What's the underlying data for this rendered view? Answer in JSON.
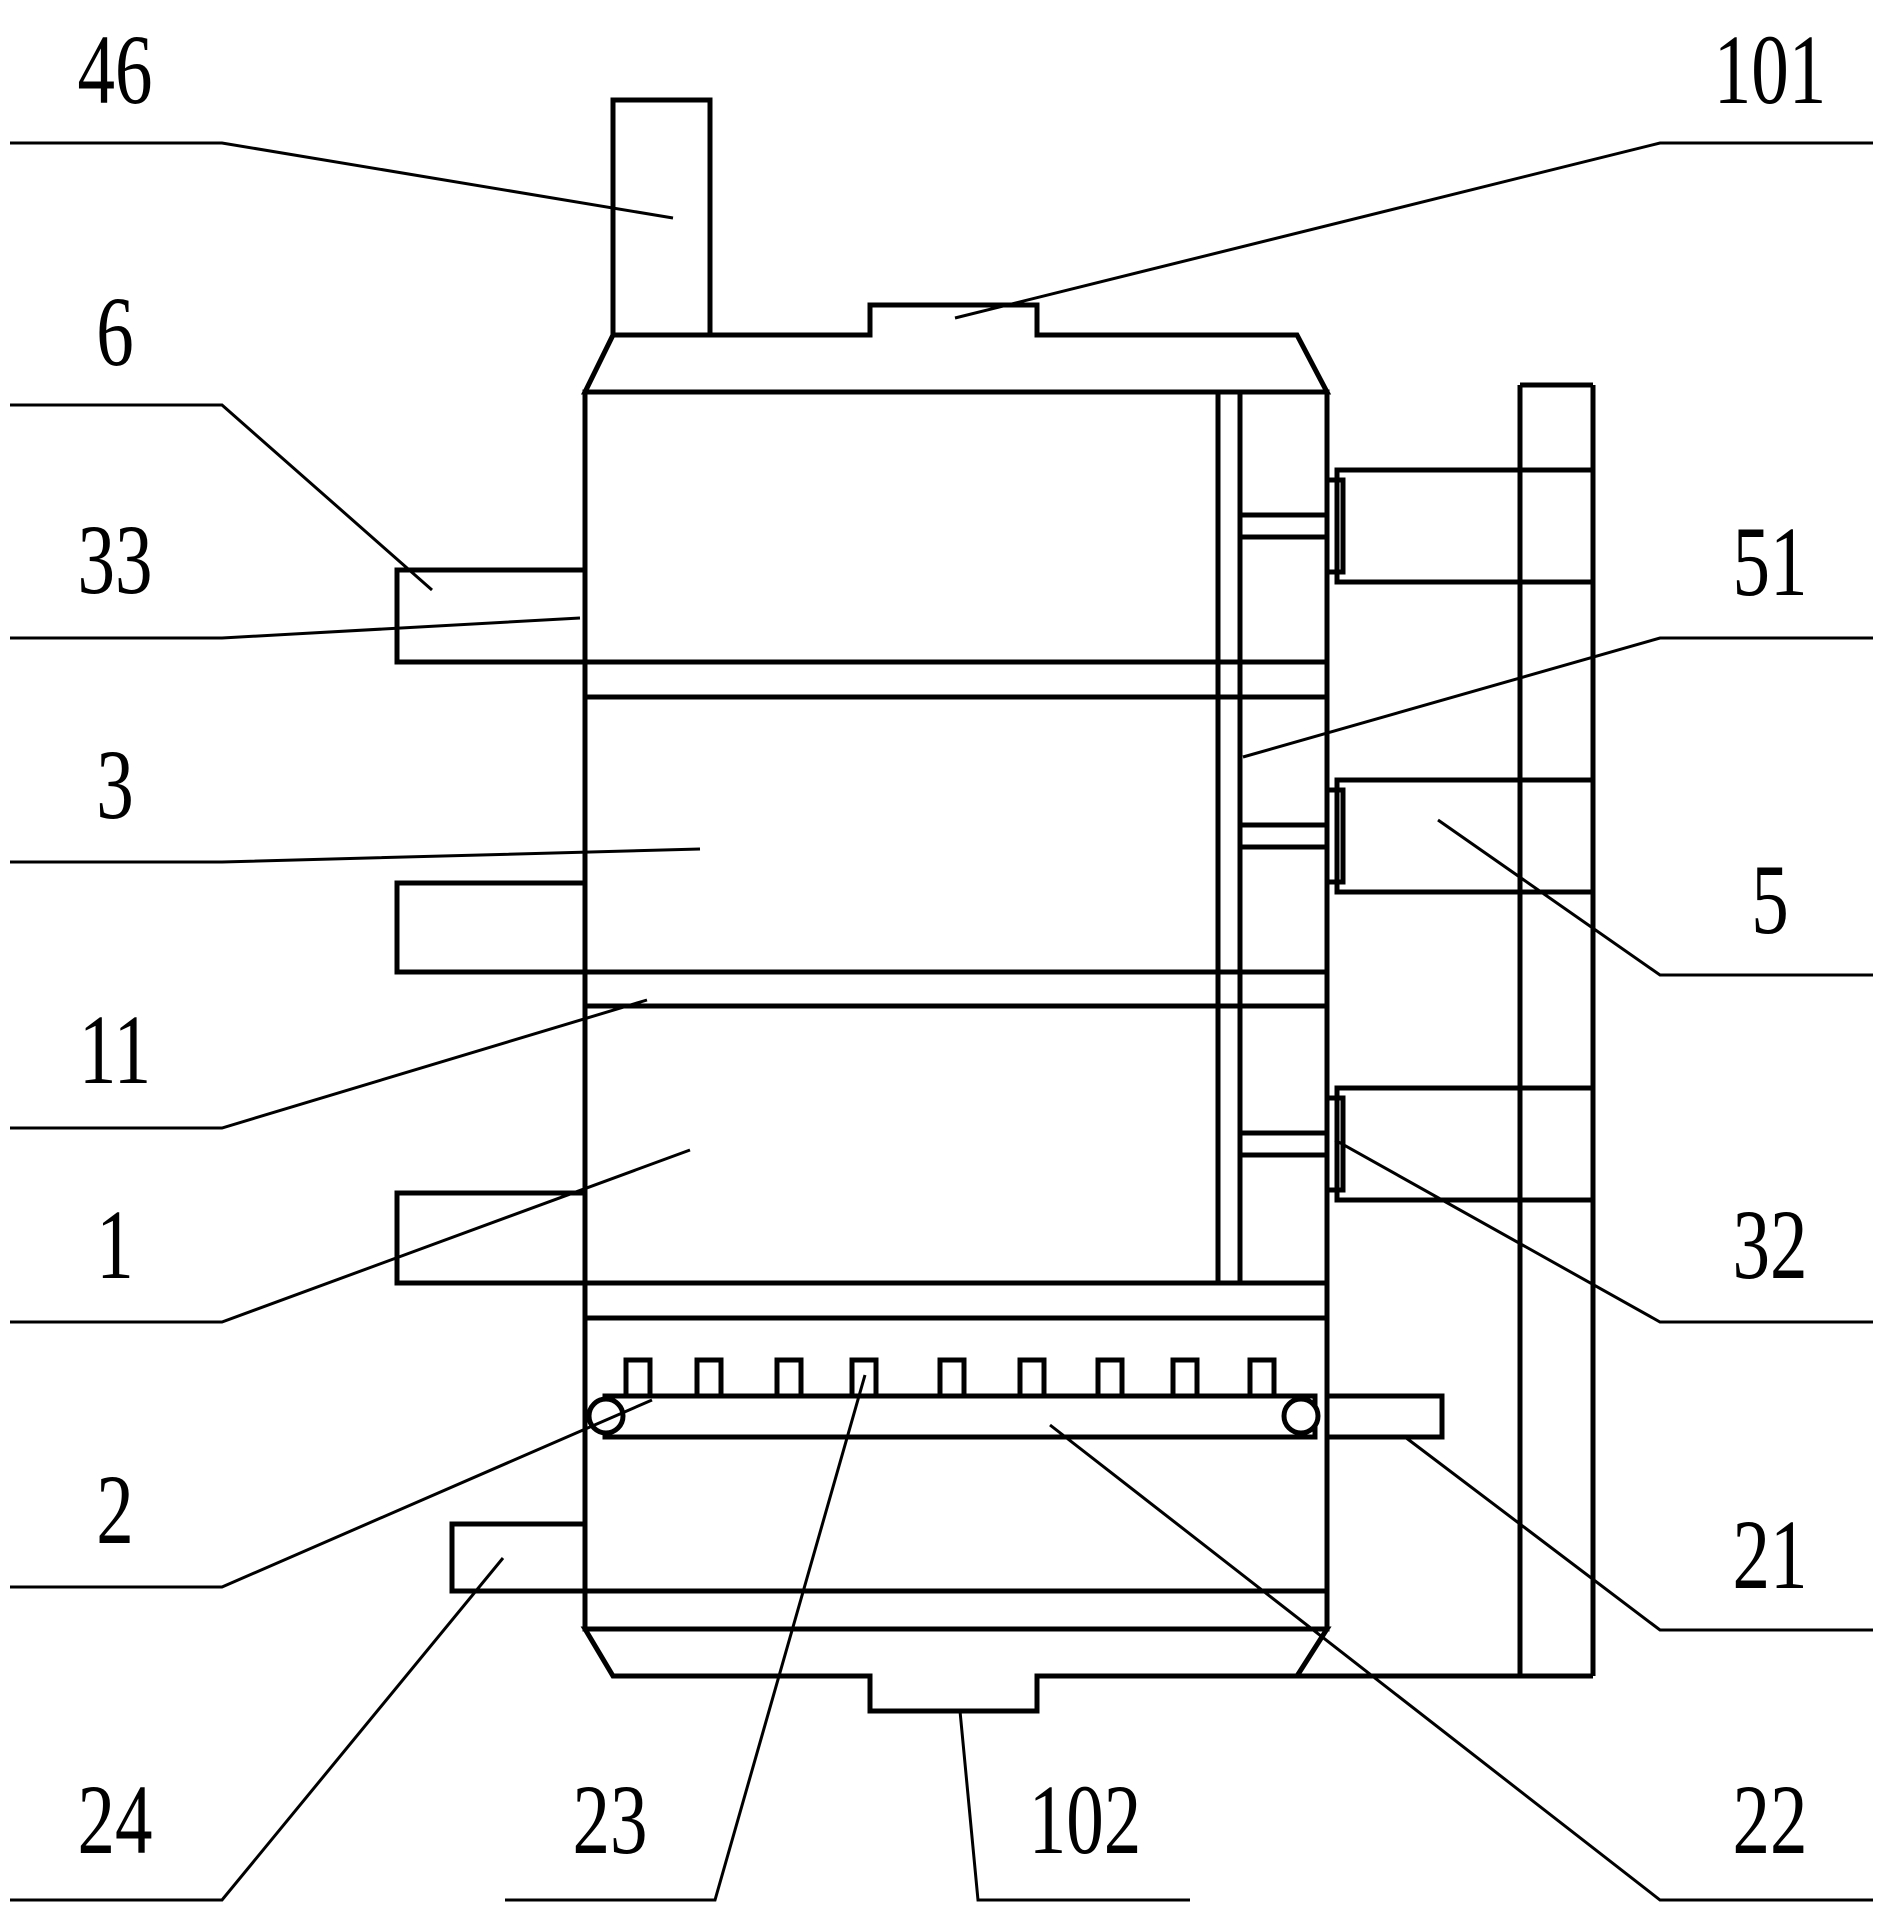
{
  "figure": {
    "stroke_color": "#000000",
    "background": "#ffffff",
    "labels": {
      "l46": "46",
      "l101": "101",
      "l6": "6",
      "l33": "33",
      "l51": "51",
      "l3": "3",
      "l5": "5",
      "l11": "11",
      "l1": "1",
      "l32": "32",
      "l2": "2",
      "l21": "21",
      "l24": "24",
      "l23": "23",
      "l102": "102",
      "l22": "22"
    }
  }
}
